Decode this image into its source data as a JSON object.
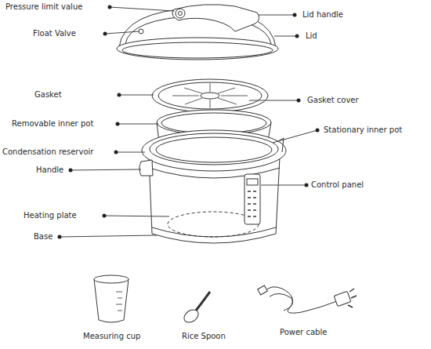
{
  "diagram": {
    "labels": [
      "Pressure limit value",
      "Lid handle",
      "Float Valve",
      "Lid",
      "Gasket",
      "Gasket cover",
      "Removable inner pot",
      "Stationary inner pot",
      "Condensation reservoir",
      "Handle",
      "Control panel",
      "Heating plate",
      "Base",
      "Measuring cup",
      "Rice Spoon",
      "Power cable"
    ]
  }
}
